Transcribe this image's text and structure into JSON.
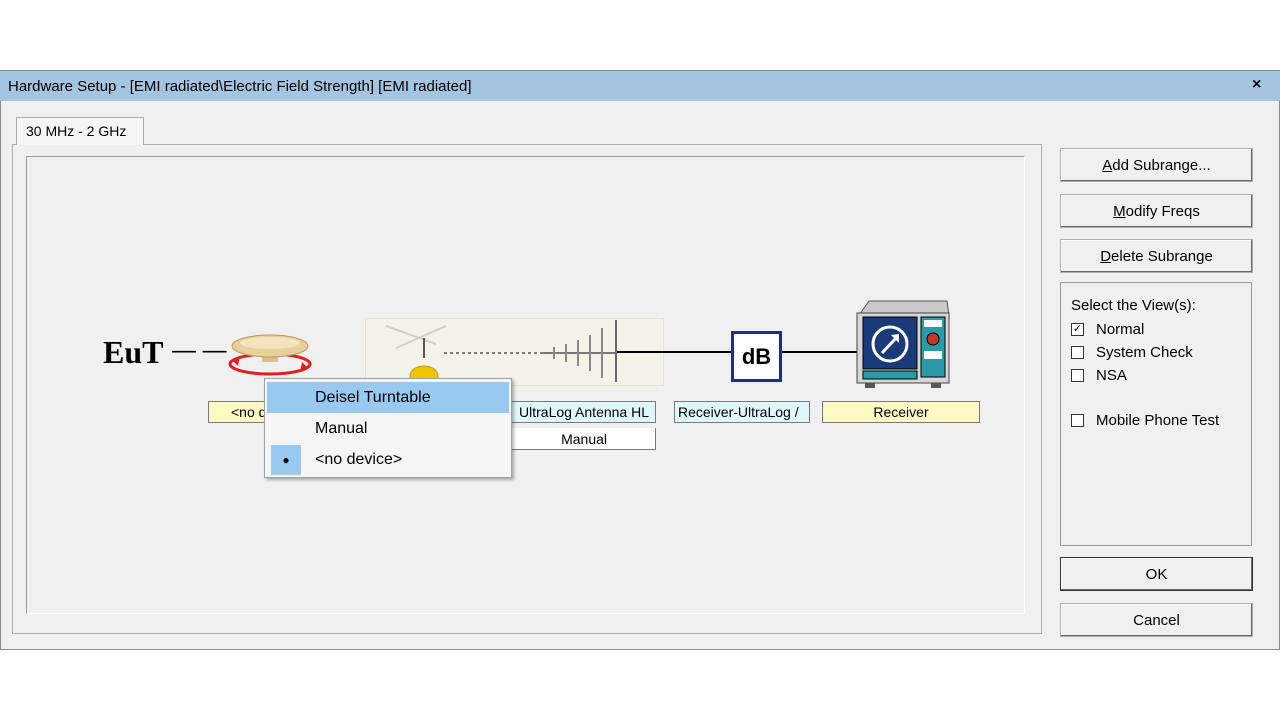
{
  "window": {
    "title": "Hardware Setup  -  [EMI radiated\\Electric Field Strength] [EMI radiated]",
    "close_glyph": "×"
  },
  "tabs": [
    {
      "label": "30 MHz - 2 GHz",
      "active": true
    }
  ],
  "diagram": {
    "eut_label": "EuT",
    "eut_connector": "— —",
    "turntable_device": "<no device>",
    "turntable_device_visible": "<no d",
    "antenna_device": "UltraLog Antenna HL",
    "antenna_device_visible": "UltraLog Antenna HL",
    "antenna_control": "Manual",
    "cable_device": "Receiver-UltraLog A",
    "cable_device_visible": "Receiver-UltraLog /",
    "attenuator_label": "dB",
    "receiver_device": "Receiver"
  },
  "context_menu": {
    "items": [
      {
        "label": "Deisel Turntable",
        "highlighted": true,
        "checked": false
      },
      {
        "label": "Manual",
        "highlighted": false,
        "checked": false
      },
      {
        "label": "<no device>",
        "highlighted": false,
        "checked": true
      }
    ],
    "check_glyph": "●"
  },
  "buttons": {
    "add_subrange": {
      "accel": "A",
      "rest": "dd Subrange..."
    },
    "modify_freqs": {
      "accel": "M",
      "rest": "odify Freqs"
    },
    "delete_subrange": {
      "accel": "D",
      "rest": "elete Subrange"
    },
    "ok": "OK",
    "cancel": "Cancel"
  },
  "views": {
    "heading": "Select the View(s):",
    "options": [
      {
        "label": "Normal",
        "checked": true
      },
      {
        "label": "System Check",
        "checked": false
      },
      {
        "label": "NSA",
        "checked": false
      }
    ],
    "mobile_phone_test": {
      "label": "Mobile Phone Test",
      "checked": false
    },
    "check_glyph": "✓"
  },
  "colors": {
    "titlebar": "#a5c4e0",
    "menu_highlight": "#99c9ef",
    "device_yellow": "#fff9c4",
    "device_cyan": "#dff7fb",
    "turntable_ring": "#e02020",
    "receiver_screen": "#1a3a78",
    "receiver_accent": "#2a9aa8"
  }
}
